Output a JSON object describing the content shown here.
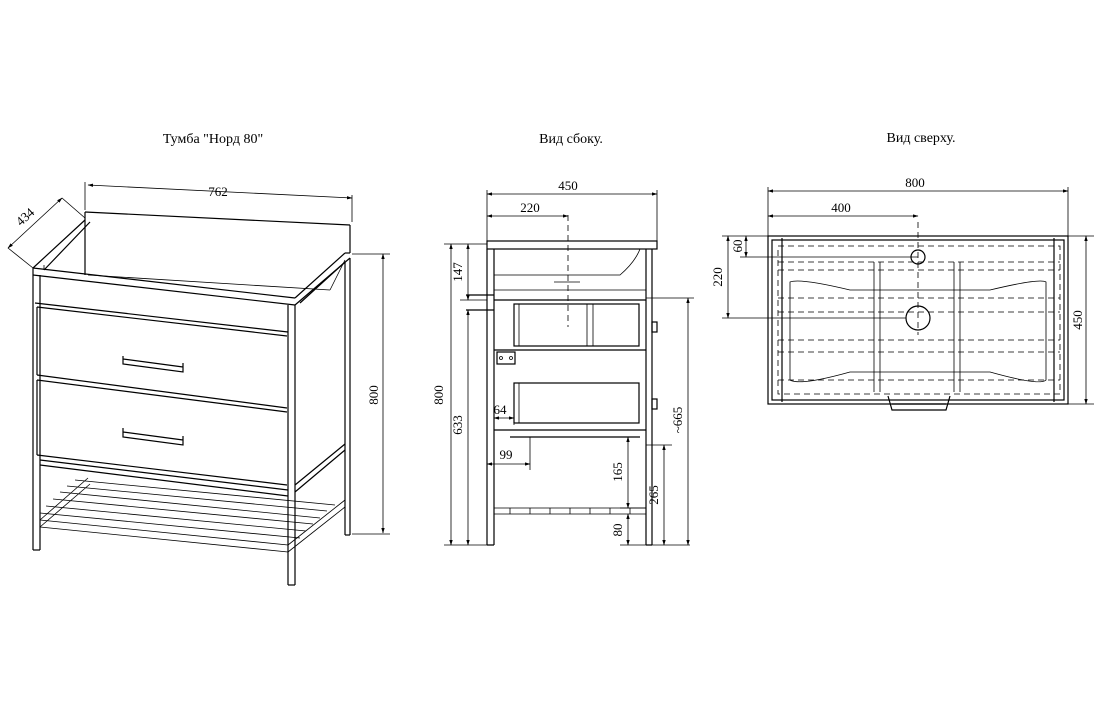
{
  "views": {
    "front": {
      "title": "Тумба \"Норд 80\""
    },
    "side": {
      "title": "Вид сбоку."
    },
    "top": {
      "title": "Вид сверху."
    }
  },
  "dimensions": {
    "front": {
      "width": "762",
      "depth": "434",
      "height": "800"
    },
    "side": {
      "depth": "450",
      "sink_offset": "220",
      "top_gap": "147",
      "total_height": "800",
      "door_height": "633",
      "approx_height": "~665",
      "pipe_offset": "64",
      "bottom_offset": "99",
      "shelf_height": "165",
      "lower_height": "265",
      "leg_height": "80"
    },
    "top": {
      "width": "800",
      "half_width": "400",
      "depth": "450",
      "hole_offset": "60",
      "drain_offset": "220"
    }
  }
}
